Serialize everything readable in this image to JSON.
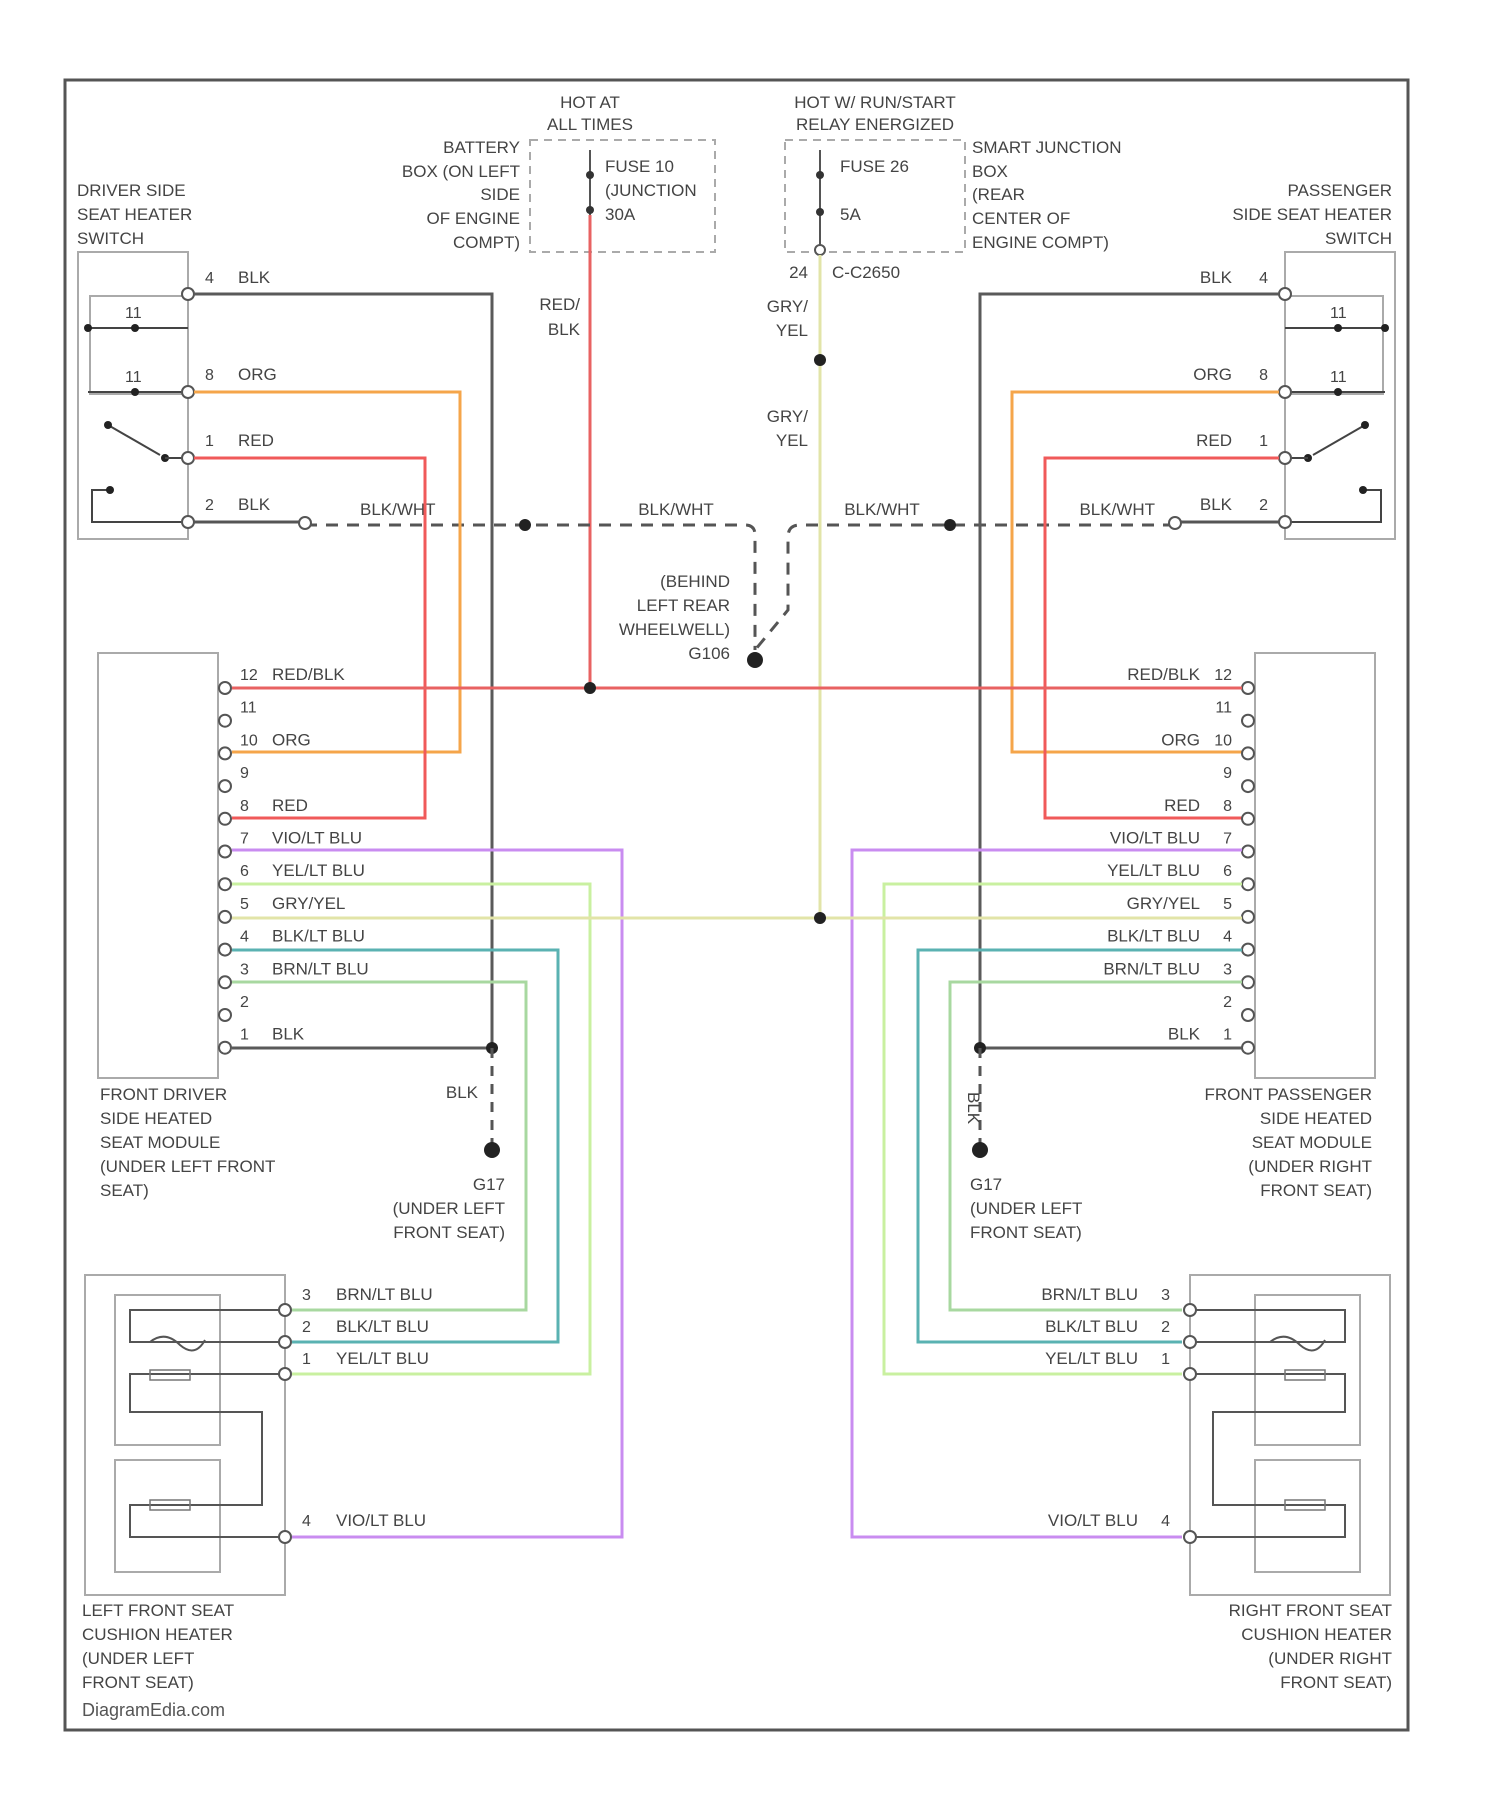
{
  "colors": {
    "BLK": "#5a5a5a",
    "ORG": "#f5a54a",
    "RED": "#f05a5a",
    "RED_BLK": "#e86262",
    "BLK_WHT": "#555555",
    "GRY_YEL": "#e2e4a8",
    "VIO_LT_BLU": "#c98cf0",
    "YEL_LT_BLU": "#c9f0a0",
    "BLK_LT_BLU": "#5ab2b2",
    "BRN_LT_BLU": "#a8d8a0",
    "border": "#555555",
    "box": "#aaaaaa"
  },
  "labels": {
    "hot_at_all_times": [
      "HOT AT",
      "ALL TIMES"
    ],
    "hot_runstart": [
      "HOT W/ RUN/START",
      "RELAY ENERGIZED"
    ],
    "battery_box": [
      "BATTERY",
      "BOX (ON LEFT",
      "SIDE",
      "OF ENGINE",
      "COMPT)"
    ],
    "fuse_10": [
      "FUSE 10",
      "(JUNCTION",
      "30A"
    ],
    "fuse_26": [
      "FUSE 26",
      "5A"
    ],
    "smart_junction": [
      "SMART JUNCTION",
      "BOX",
      "(REAR",
      "CENTER OF",
      "ENGINE COMPT)"
    ],
    "connector_24": "24",
    "connector_c2": "C-C2650",
    "driver_switch": [
      "DRIVER SIDE",
      "SEAT HEATER",
      "SWITCH"
    ],
    "passenger_switch": [
      "PASSENGER",
      "SIDE SEAT HEATER",
      "SWITCH"
    ],
    "red_blk_vert": [
      "RED/",
      "BLK"
    ],
    "gry_yel_vert1": [
      "GRY/",
      "YEL"
    ],
    "gry_yel_vert2": [
      "GRY/",
      "YEL"
    ],
    "blk_wht": "BLK/WHT",
    "g106": [
      "(BEHIND",
      "LEFT REAR",
      "WHEELWELL)",
      "G106"
    ],
    "driver_module": [
      "FRONT DRIVER",
      "SIDE HEATED",
      "SEAT MODULE",
      "(UNDER LEFT FRONT",
      "SEAT)"
    ],
    "passenger_module": [
      "FRONT PASSENGER",
      "SIDE HEATED",
      "SEAT MODULE",
      "(UNDER RIGHT",
      "FRONT SEAT)"
    ],
    "g_left": [
      "G17",
      "(UNDER LEFT",
      "FRONT SEAT)"
    ],
    "g_right": [
      "G17",
      "(UNDER LEFT",
      "FRONT SEAT)"
    ],
    "blk_short": "BLK",
    "left_cushion": [
      "LEFT FRONT SEAT",
      "CUSHION HEATER",
      "(UNDER LEFT",
      "FRONT SEAT)"
    ],
    "right_cushion": [
      "RIGHT FRONT SEAT",
      "CUSHION HEATER",
      "(UNDER RIGHT",
      "FRONT SEAT)"
    ],
    "watermark": "DiagramEdia.com"
  },
  "switch_pins": [
    {
      "pin": "4",
      "wire": "BLK"
    },
    {
      "pin": "8",
      "wire": "ORG"
    },
    {
      "pin": "1",
      "wire": "RED"
    },
    {
      "pin": "2",
      "wire": "BLK"
    }
  ],
  "switch_internal": [
    "11",
    "11"
  ],
  "module_pins": [
    {
      "pin": "12",
      "wire": "RED/BLK"
    },
    {
      "pin": "11",
      "wire": ""
    },
    {
      "pin": "10",
      "wire": "ORG"
    },
    {
      "pin": "9",
      "wire": ""
    },
    {
      "pin": "8",
      "wire": "RED"
    },
    {
      "pin": "7",
      "wire": "VIO/LT BLU"
    },
    {
      "pin": "6",
      "wire": "YEL/LT BLU"
    },
    {
      "pin": "5",
      "wire": "GRY/YEL"
    },
    {
      "pin": "4",
      "wire": "BLK/LT BLU"
    },
    {
      "pin": "3",
      "wire": "BRN/LT BLU"
    },
    {
      "pin": "2",
      "wire": ""
    },
    {
      "pin": "1",
      "wire": "BLK"
    }
  ],
  "cushion_pins": [
    {
      "pin": "3",
      "wire": "BRN/LT BLU"
    },
    {
      "pin": "2",
      "wire": "BLK/LT BLU"
    },
    {
      "pin": "1",
      "wire": "YEL/LT BLU"
    },
    {
      "pin": "4",
      "wire": "VIO/LT BLU"
    }
  ]
}
